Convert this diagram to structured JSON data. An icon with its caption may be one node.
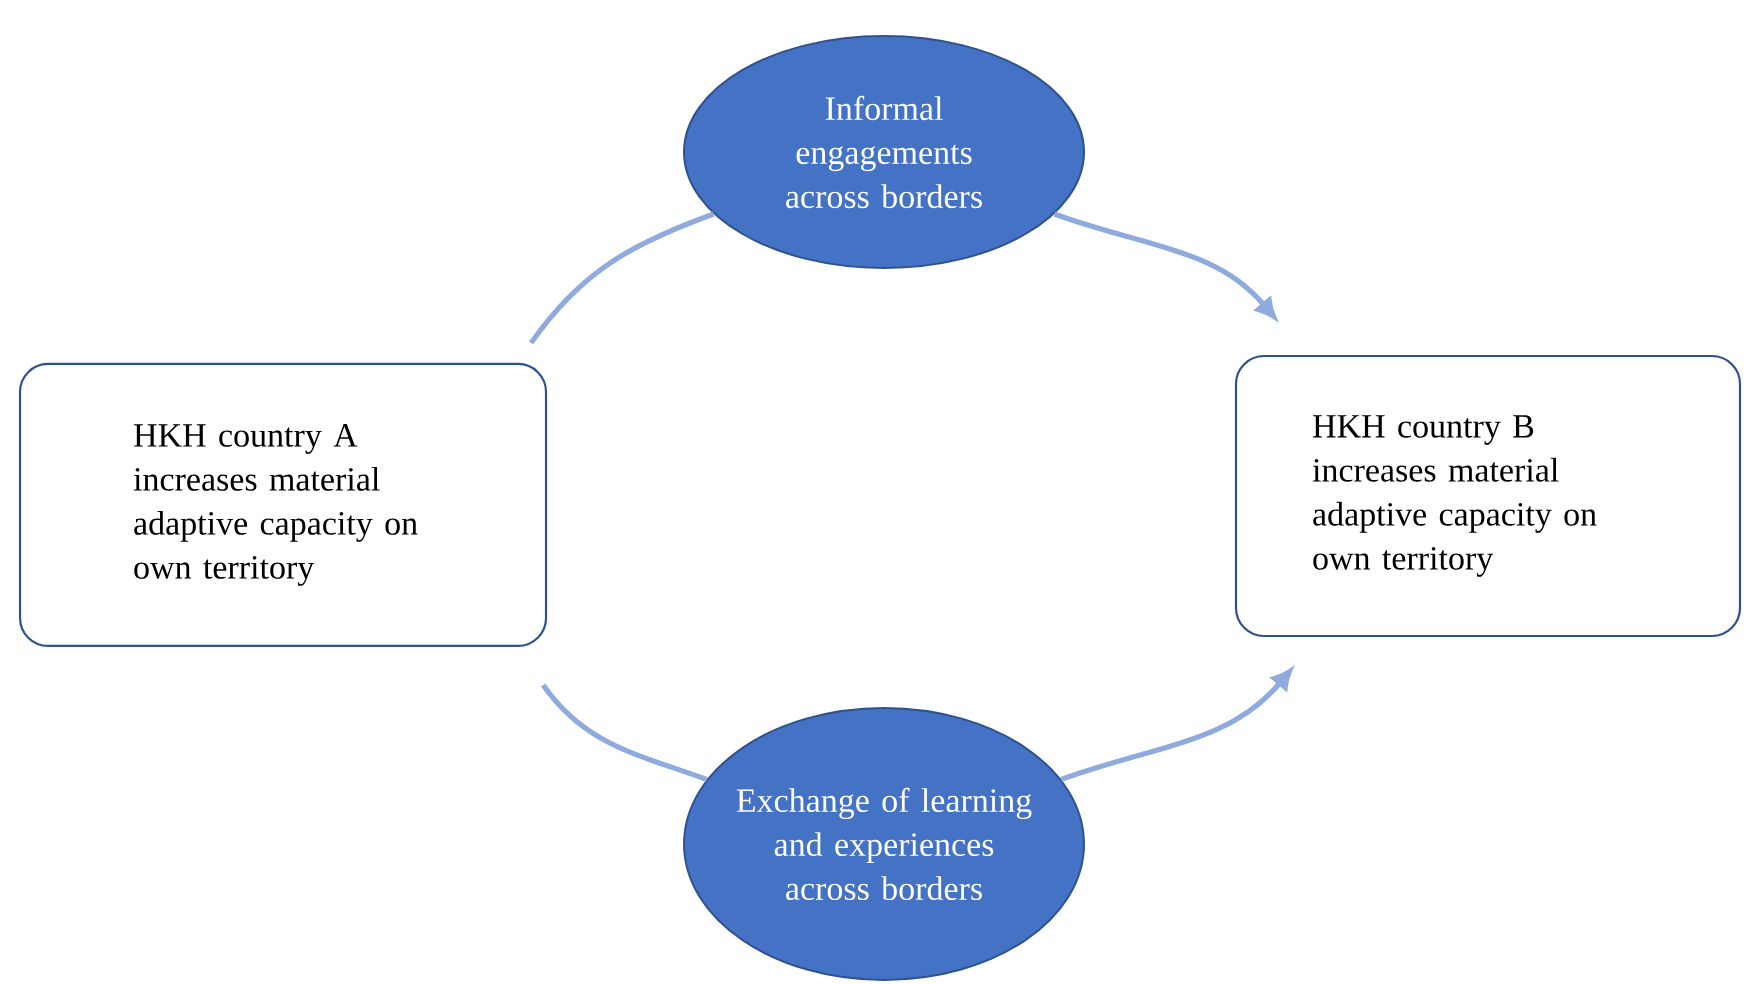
{
  "diagram": {
    "nodes": [
      {
        "text": [
          "HKH country A increases material adaptive capacity on own territory"
        ]
      },
      {
        "text": [
          "Informal engagements across borders"
        ]
      },
      {
        "text": [
          "HKH country B increases material adaptive capacity on own territory"
        ]
      },
      {
        "text": [
          "Exchange of learning and experiences across borders"
        ]
      }
    ],
    "edges": [
      {
        "from": 0,
        "to": 1,
        "arrow": "none"
      },
      {
        "from": 1,
        "to": 2,
        "arrow": "to"
      },
      {
        "from": 0,
        "to": 3,
        "arrow": "none"
      },
      {
        "from": 3,
        "to": 2,
        "arrow": "to"
      }
    ]
  }
}
